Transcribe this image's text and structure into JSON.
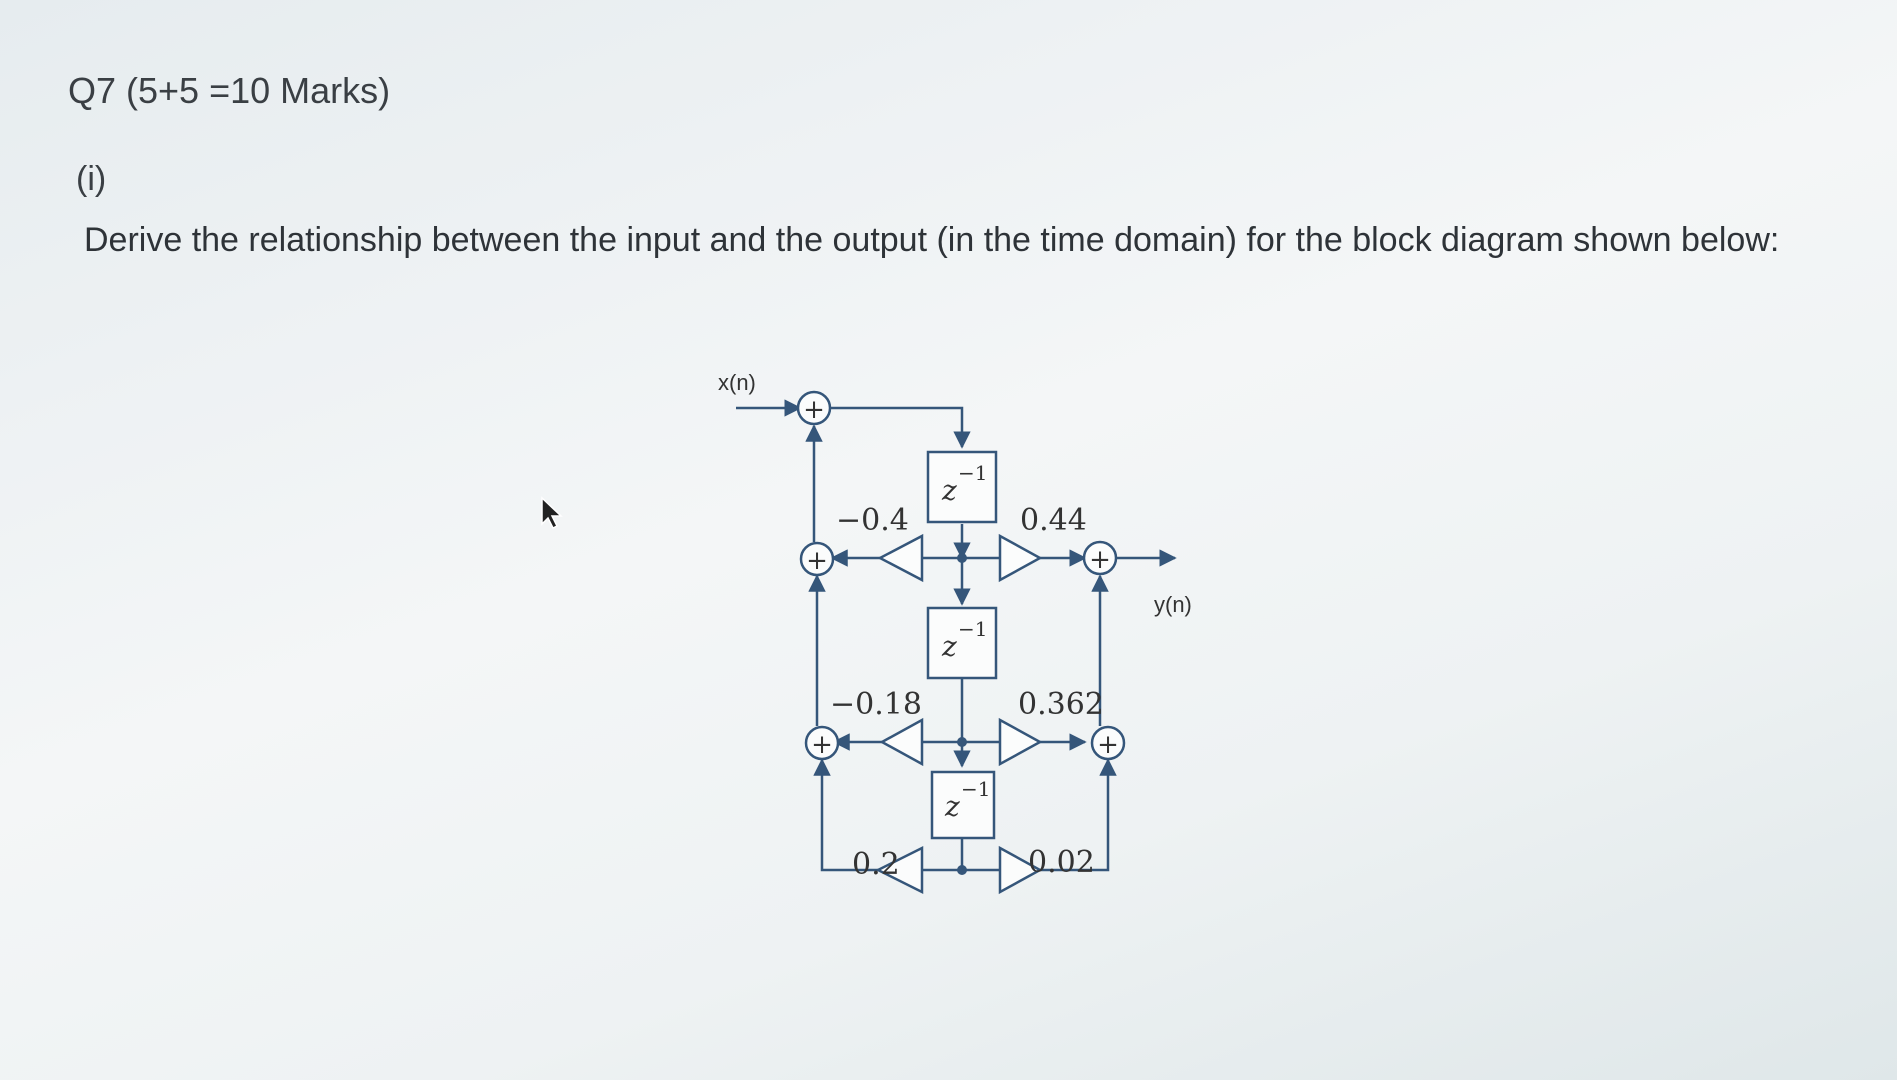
{
  "question": {
    "header": "Q7  (5+5 =10 Marks)",
    "part": "(i)",
    "text": "Derive the relationship between the input and the output (in the time domain) for the block diagram shown below:"
  },
  "diagram": {
    "input_label": "x(n)",
    "output_label": "y(n)",
    "plus": "+",
    "delay_label": "z",
    "delay_exp": "−1",
    "feedback_gains": [
      "−0.4",
      "−0.18",
      "0.2"
    ],
    "feedforward_gains": [
      "0.44",
      "0.362",
      "0.02"
    ]
  },
  "colors": {
    "diagram_line": "#35567a",
    "text": "#2e3338"
  },
  "icons": [
    "mouse-pointer-icon"
  ]
}
